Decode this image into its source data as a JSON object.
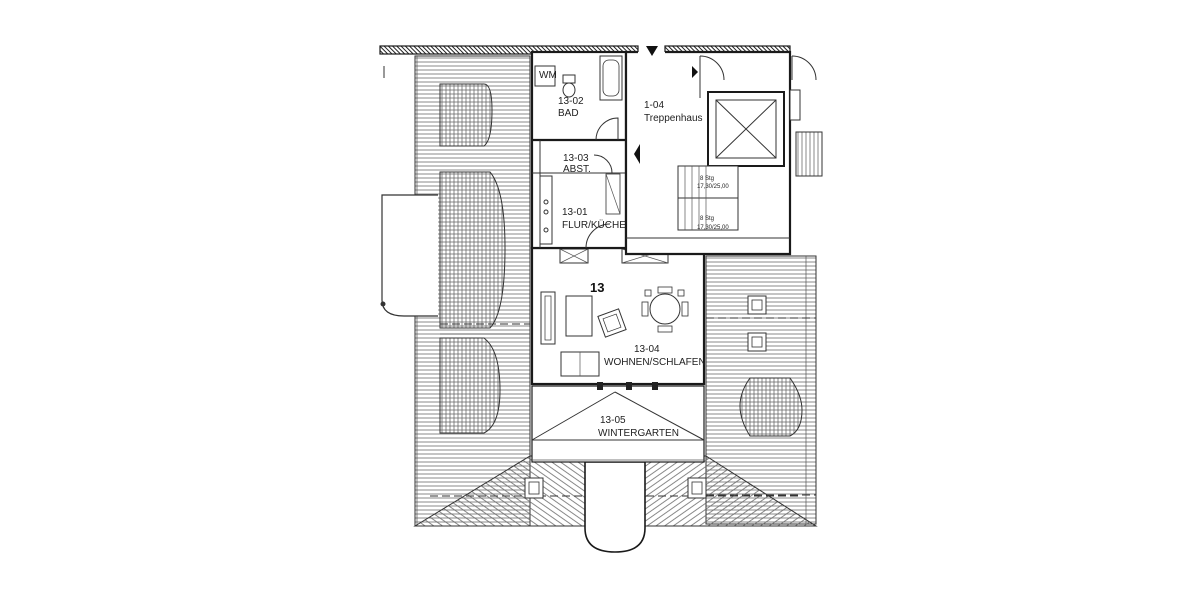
{
  "plan": {
    "unit_number": "13",
    "rooms": {
      "bad": {
        "number": "13-02",
        "name": "BAD"
      },
      "abst": {
        "number": "13-03",
        "name": "ABST."
      },
      "flur": {
        "number": "13-01",
        "name": "FLUR/KÜCHE"
      },
      "treppenhaus": {
        "number": "1-04",
        "name": "Treppenhaus"
      },
      "wohnen": {
        "number": "13-04",
        "name": "WOHNEN/SCHLAFEN"
      },
      "wintergarten": {
        "number": "13-05",
        "name": "WINTERGARTEN"
      }
    },
    "wm_label": "WM",
    "stairs": [
      {
        "steps": "8 Stg",
        "dims": "17,30/25,00"
      },
      {
        "steps": "8 Stg",
        "dims": "17,30/25,00"
      }
    ]
  }
}
